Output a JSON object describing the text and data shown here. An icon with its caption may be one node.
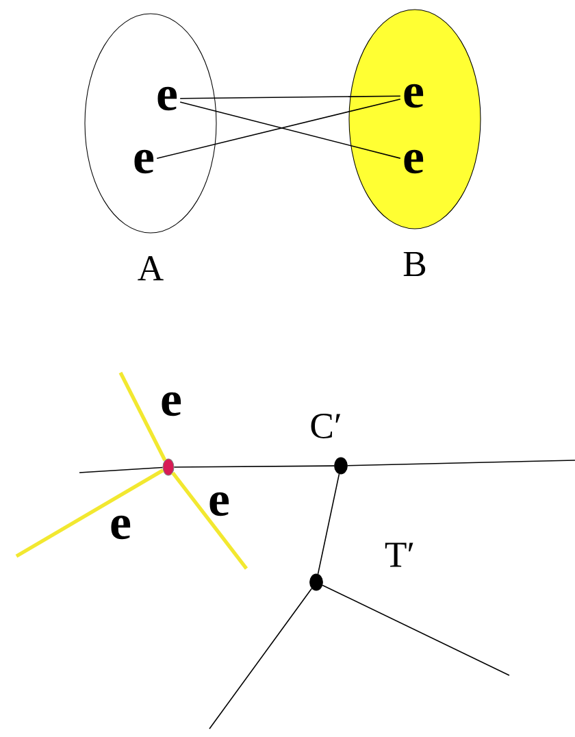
{
  "diagram": {
    "nodes": [
      {
        "text": [
          "A"
        ]
      },
      {
        "text": [
          "e"
        ],
        "in": 0
      },
      {
        "text": [
          "e"
        ],
        "in": 0
      },
      {
        "text": [
          "B"
        ]
      },
      {
        "text": [
          "e"
        ],
        "in": 3
      },
      {
        "text": [
          "e"
        ],
        "in": 3
      },
      {
        "text": [],
        "shape": "circle"
      },
      {
        "text": [],
        "shape": "circle",
        "beside": [
          "C′"
        ]
      },
      {
        "text": [],
        "shape": "circle"
      }
    ],
    "edges": [
      {
        "from": 1,
        "to": 4,
        "arrow": "none"
      },
      {
        "from": 1,
        "to": 5,
        "arrow": "none"
      },
      {
        "from": 2,
        "to": 4,
        "arrow": "none"
      },
      {
        "from": null,
        "to": 6,
        "arrow": "none"
      },
      {
        "from": 6,
        "to": 7,
        "arrow": "none"
      },
      {
        "from": 7,
        "to": null,
        "arrow": "none"
      },
      {
        "from": 7,
        "to": 8,
        "arrow": "none"
      },
      {
        "from": 8,
        "to": null,
        "arrow": "none"
      },
      {
        "from": 8,
        "to": null,
        "arrow": "none"
      },
      {
        "from": 6,
        "to": null,
        "arrow": "none",
        "style": "thick",
        "color": "#f2e830"
      },
      {
        "from": 6,
        "to": null,
        "arrow": "none",
        "style": "thick",
        "color": "#f2e830"
      },
      {
        "from": 6,
        "to": null,
        "arrow": "none",
        "style": "thick",
        "color": "#f2e830"
      }
    ],
    "labels": [
      "e",
      "e",
      "e",
      "T′"
    ]
  }
}
